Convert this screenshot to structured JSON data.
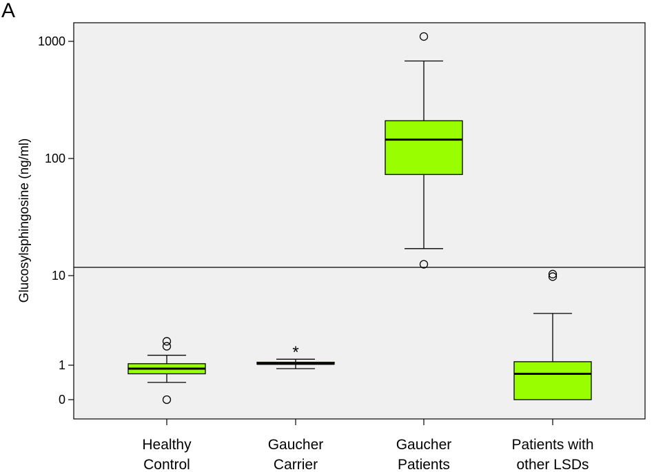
{
  "panel_label": "A",
  "chart_data": {
    "type": "box",
    "ylabel": "Glucosylsphingosine (ng/ml)",
    "xlabel": "",
    "y_scale": "broken axis: linear-like lower segment (0-10), log upper segment (10-1000+)",
    "y_ticks": [
      {
        "value": 0,
        "label": "0"
      },
      {
        "value": 1,
        "label": "1"
      },
      {
        "value": 10,
        "label": "10"
      },
      {
        "value": 100,
        "label": "100"
      },
      {
        "value": 1000,
        "label": "1000"
      }
    ],
    "colors": {
      "box_fill": "#99ff00",
      "plot_bg": "#f0f0f0",
      "stroke": "#000000"
    },
    "categories": [
      {
        "label_lines": [
          "Healthy",
          "Control"
        ],
        "box": {
          "q1": 0.75,
          "median": 0.9,
          "q3": 1.15,
          "whisker_low": 0.5,
          "whisker_high": 2.0
        },
        "outliers": [
          {
            "value": 0.0,
            "marker": "circle"
          },
          {
            "value": 2.9,
            "marker": "circle"
          },
          {
            "value": 3.4,
            "marker": "circle"
          }
        ]
      },
      {
        "label_lines": [
          "Gaucher",
          "Carrier"
        ],
        "box": {
          "q1": 1.1,
          "median": 1.15,
          "q3": 1.3,
          "whisker_low": 0.9,
          "whisker_high": 1.6
        },
        "outliers": [
          {
            "value": 2.6,
            "marker": "star"
          }
        ]
      },
      {
        "label_lines": [
          "Gaucher",
          "Patients"
        ],
        "box": {
          "q1": 73,
          "median": 145,
          "q3": 210,
          "whisker_low": 17,
          "whisker_high": 680
        },
        "outliers": [
          {
            "value": 12.5,
            "marker": "circle"
          },
          {
            "value": 1100,
            "marker": "circle"
          }
        ]
      },
      {
        "label_lines": [
          "Patients with",
          "other LSDs"
        ],
        "box": {
          "q1": 0.0,
          "median": 0.75,
          "q3": 1.35,
          "whisker_low": 0.0,
          "whisker_high": 6.2
        },
        "outliers": [
          {
            "value": 9.9,
            "marker": "circle"
          },
          {
            "value": 10.3,
            "marker": "circle"
          }
        ]
      }
    ]
  }
}
